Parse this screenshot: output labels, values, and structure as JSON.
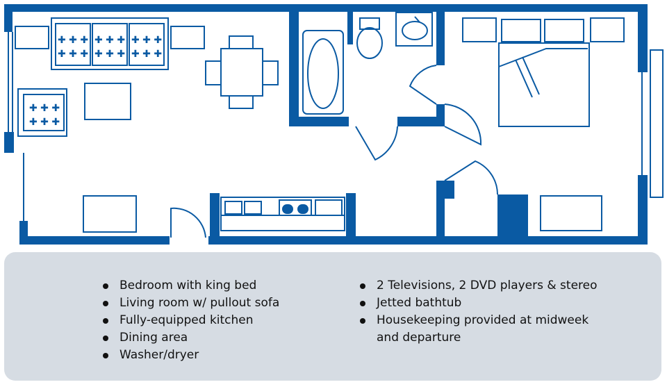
{
  "colors": {
    "wall": "#0a5aa3",
    "fixture": "#0a5aa3",
    "panel": "#d6dce3",
    "text": "#111111"
  },
  "features_left": [
    "Bedroom with king bed",
    "Living room w/ pullout sofa",
    "Fully-equipped kitchen",
    "Dining area",
    "Washer/dryer"
  ],
  "features_right": [
    "2 Televisions, 2 DVD players & stereo",
    "Jetted bathtub",
    "Housekeeping provided at midweek and departure"
  ]
}
